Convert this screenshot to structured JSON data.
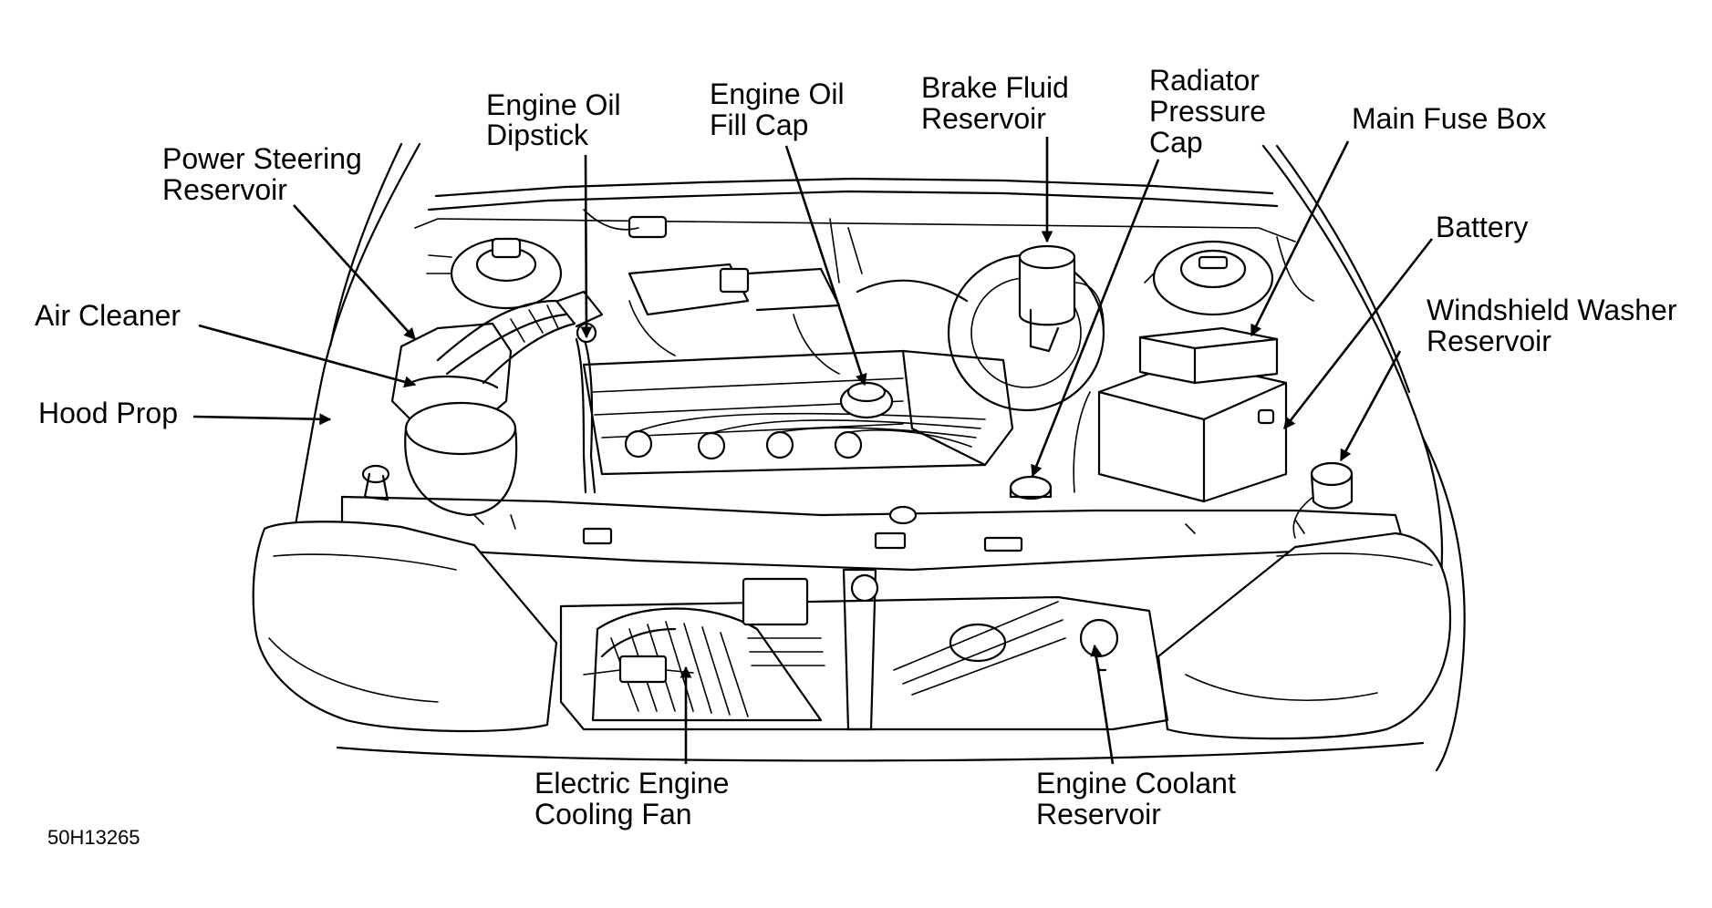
{
  "labels": {
    "power_steering_reservoir": [
      "Power Steering",
      "Reservoir"
    ],
    "air_cleaner": [
      "Air Cleaner"
    ],
    "hood_prop": [
      "Hood Prop"
    ],
    "engine_oil_dipstick": [
      "Engine Oil",
      "Dipstick"
    ],
    "engine_oil_fill_cap": [
      "Engine Oil",
      "Fill Cap"
    ],
    "brake_fluid_reservoir": [
      "Brake Fluid",
      "Reservoir"
    ],
    "radiator_pressure_cap": [
      "Radiator",
      "Pressure",
      "Cap"
    ],
    "main_fuse_box": [
      "Main Fuse Box"
    ],
    "battery": [
      "Battery"
    ],
    "windshield_washer_reservoir": [
      "Windshield Washer",
      "Reservoir"
    ],
    "electric_engine_cooling_fan": [
      "Electric Engine",
      "Cooling Fan"
    ],
    "engine_coolant_reservoir": [
      "Engine Coolant",
      "Reservoir"
    ]
  },
  "figure_code": "50H13265"
}
